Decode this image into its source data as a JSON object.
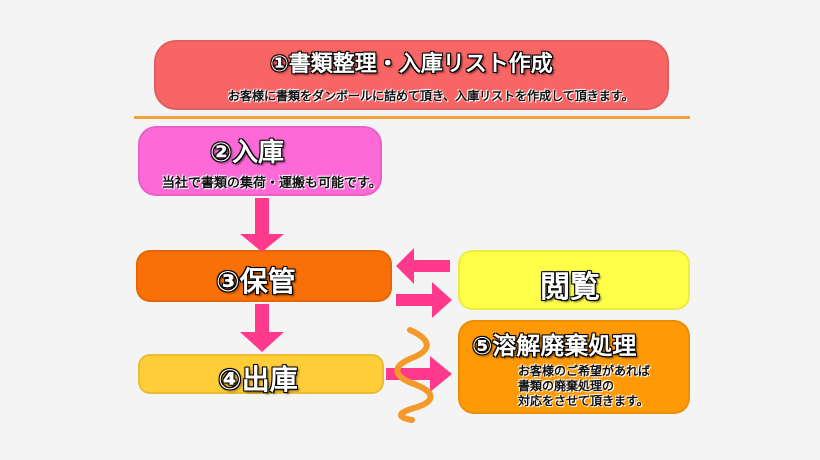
{
  "steps": [
    {
      "id": "step1",
      "title": "①書類整理・入庫リスト作成",
      "description": "お客様に書類をダンボールに詰めて頂き、入庫リストを作成して頂きます。"
    },
    {
      "id": "step2",
      "title": "②入庫",
      "description": "当社で書類の集荷・運搬も可能です。"
    },
    {
      "id": "step3",
      "title": "③保管"
    },
    {
      "id": "step4",
      "title": "④出庫"
    },
    {
      "id": "step_view",
      "title": "閲覧"
    },
    {
      "id": "step5",
      "title": "⑤溶解廃棄処理",
      "description_lines": [
        "お客様のご希望があれば",
        "書類の廃棄処理の",
        "対応をさせて頂きます。"
      ]
    }
  ],
  "colors": {
    "step1": "#f86565",
    "step2": "#fd6ad8",
    "step3": "#fa7008",
    "step4": "#ffcd38",
    "step_view": "#ffff4a",
    "step5": "#ff9a06",
    "arrow": "#ff3a8c",
    "wave": "#f59a2a",
    "divider": "#f6a23a"
  }
}
